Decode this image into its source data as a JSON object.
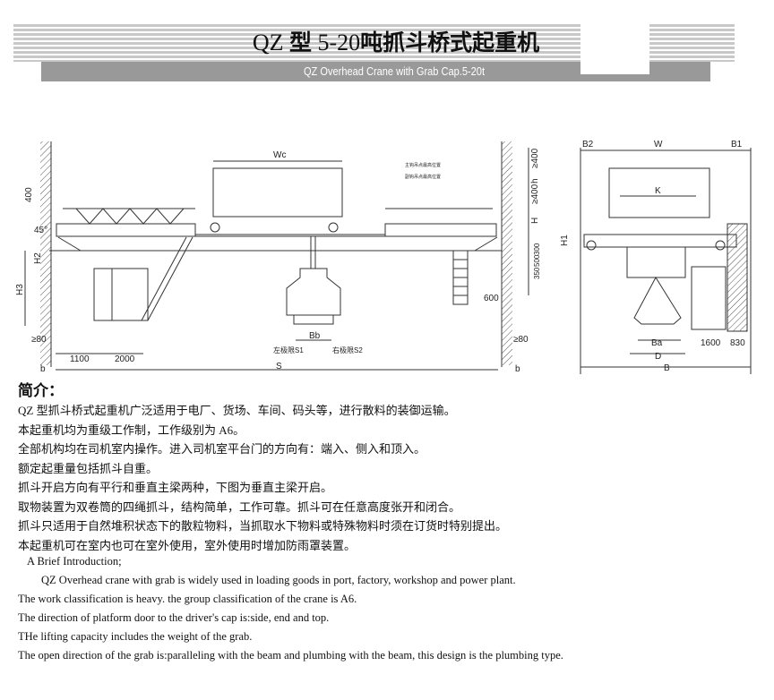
{
  "header": {
    "title_prefix": "QZ",
    "title_type": "型",
    "title_range": "5-20",
    "title_cn": "吨抓斗桥式起重机",
    "subtitle": "QZ Overhead Crane with Grab Cap.5-20t"
  },
  "drawing": {
    "front_labels": {
      "wc": "Wc",
      "gt400_top": "≥400",
      "h": "h",
      "gt400": "≥400",
      "H": "H",
      "dim400": "400",
      "angle45": "45°",
      "H2": "H2",
      "H3": "H3",
      "gt80_left": "≥80",
      "gt80_right": "≥80",
      "d1100": "1100",
      "d2000": "2000",
      "b_left": "b",
      "b_right": "b",
      "S": "S",
      "Bb": "Bb",
      "S1": "左极限S1",
      "S2": "右极限S2",
      "d600": "600",
      "d350": "350",
      "d500": "500",
      "d300": "300",
      "note1": "主钩吊点最高位置",
      "note2": "副钩吊点最高位置"
    },
    "side_labels": {
      "B2": "B2",
      "W": "W",
      "B1": "B1",
      "K": "K",
      "H1": "H1",
      "Ba": "Ba",
      "D": "D",
      "B": "B",
      "d1600": "1600",
      "d830": "830"
    }
  },
  "intro_cn": {
    "heading": "简介：",
    "lines": [
      "QZ 型抓斗桥式起重机广泛适用于电厂、货场、车间、码头等，进行散料的装御运输。",
      "本起重机均为重级工作制，工作级别为 A6。",
      "全部机构均在司机室内操作。进入司机室平台门的方向有：端入、侧入和顶入。",
      "额定起重量包括抓斗自重。",
      "抓斗开启方向有平行和垂直主梁两种，下图为垂直主梁开启。",
      "取物装置为双卷筒的四绳抓斗，结构简单，工作可靠。抓斗可在任意高度张开和闭合。",
      "抓斗只适用于自然堆积状态下的散粒物料，当抓取水下物料或特殊物料时须在订货时特别提出。",
      "本起重机可在室内也可在室外使用，室外使用时增加防雨罩装置。"
    ]
  },
  "intro_en": {
    "heading": "A Brief Introduction;",
    "lines": [
      "QZ Overhead crane with grab is widely used in loading goods in port, factory, workshop and power plant.",
      "The work classification is heavy. the group classification of the crane is A6.",
      "The direction of platform door to the driver's cap is:side, end and top.",
      "THe lifting capacity includes the weight of the grab.",
      "The open direction of the grab is:paralleling with the beam and plumbing with the beam, this design is the plumbing type."
    ]
  }
}
